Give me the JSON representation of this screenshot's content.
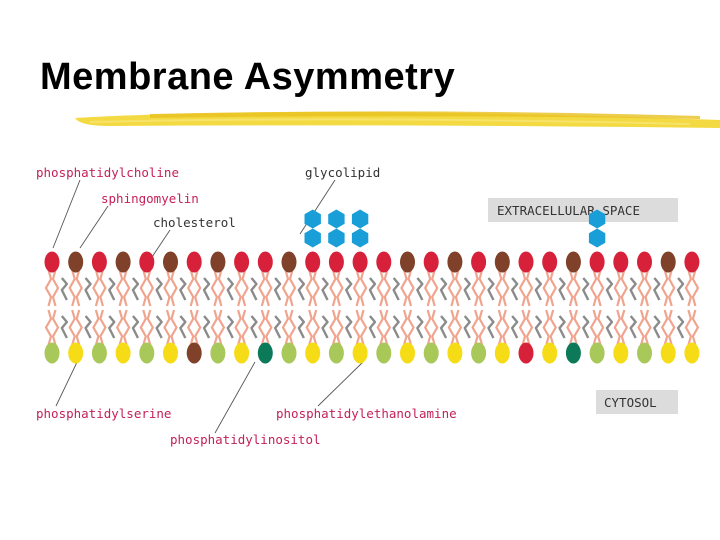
{
  "slide": {
    "title": "Membrane Asymmetry"
  },
  "diagram": {
    "labels": {
      "phosphatidylcholine": "phosphatidylcholine",
      "sphingomyelin": "sphingomyelin",
      "cholesterol": "cholesterol",
      "glycolipid": "glycolipid",
      "phosphatidylserine": "phosphatidylserine",
      "phosphatidylinositol": "phosphatidylinositol",
      "phosphatidylethanolamine": "phosphatidylethanolamine",
      "extracellular_space": "EXTRACELLULAR SPACE",
      "cytosol": "CYTOSOL"
    },
    "colors": {
      "phosphatidylcholine": "#d7213b",
      "sphingomyelin": "#7f4129",
      "phosphatidylserine": "#a9c85a",
      "phosphatidylethanolamine": "#f6dc17",
      "phosphatidylinositol": "#0c7a58",
      "glycolipid_sugar": "#1a9ed8",
      "tail": "#f0a48e",
      "cholesterol": "#8b8b8b",
      "title_underline": "#f2d52e"
    },
    "outer_leaflet": [
      "PC",
      "SM",
      "PC",
      "SM",
      "PC",
      "SM",
      "PC",
      "SM",
      "PC",
      "PC",
      "SM",
      "PC",
      "PC",
      "PC",
      "PC",
      "SM",
      "PC",
      "SM",
      "PC",
      "SM",
      "PC",
      "PC",
      "SM",
      "PC",
      "PC",
      "PC",
      "SM",
      "PC"
    ],
    "inner_leaflet": [
      "PS",
      "PE",
      "PS",
      "PE",
      "PS",
      "PE",
      "SM",
      "PS",
      "PE",
      "PI",
      "PS",
      "PE",
      "PS",
      "PE",
      "PS",
      "PE",
      "PS",
      "PE",
      "PS",
      "PE",
      "PC",
      "PE",
      "PI",
      "PS",
      "PE",
      "PS",
      "PE",
      "PE"
    ],
    "glycolipid_positions": [
      11,
      12,
      13,
      23
    ]
  }
}
